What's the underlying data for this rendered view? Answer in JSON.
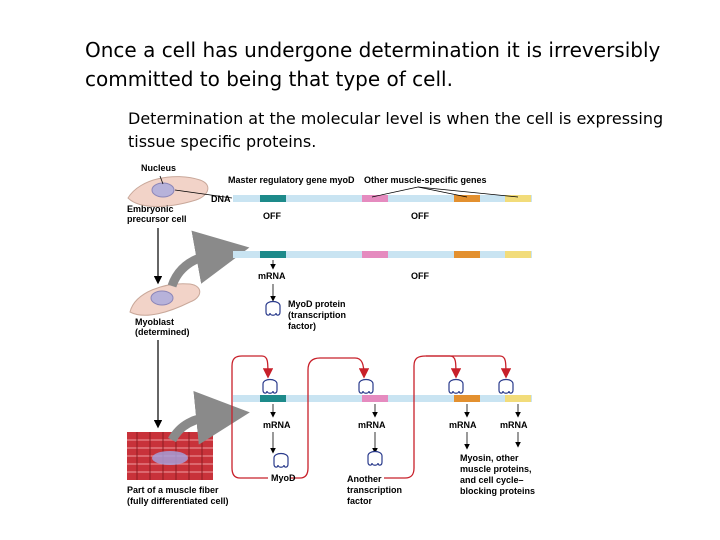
{
  "slide": {
    "title": "Once a cell has undergone determination it is irreversibly committed to being that type of cell.",
    "subtitle": "Determination at the molecular level is when the cell is expressing tissue specific proteins."
  },
  "figure": {
    "nucleus": "Nucleus",
    "master_gene": "Master regulatory gene myoD",
    "other_genes": "Other muscle-specific genes",
    "dna": "DNA",
    "embryonic_1": "Embryonic",
    "embryonic_2": "precursor cell",
    "off": "OFF",
    "mrna": "mRNA",
    "myod_protein_1": "MyoD protein",
    "myod_protein_2": "(transcription",
    "myod_protein_3": "factor)",
    "myoblast_1": "Myoblast",
    "myoblast_2": "(determined)",
    "myod": "MyoD",
    "another_1": "Another",
    "another_2": "transcription",
    "another_3": "factor",
    "myosin_1": "Myosin, other",
    "myosin_2": "muscle proteins,",
    "myosin_3": "and cell cycle–",
    "myosin_4": "blocking proteins",
    "fiber_1": "Part of a muscle fiber",
    "fiber_2": "(fully differentiated cell)"
  },
  "colors": {
    "dna_strand": "#c9e4f2",
    "myod_gene": "#1d8a8a",
    "gene_pink": "#e58bbf",
    "gene_orange": "#e3902f",
    "gene_yellow": "#f2dc7a",
    "arrow_red": "#c8202a",
    "arrow_gray": "#8a8a8a",
    "cell_pink": "#f2d3c8",
    "nucleus_lilac": "#b7b2da",
    "fiber_red": "#c8323a"
  }
}
